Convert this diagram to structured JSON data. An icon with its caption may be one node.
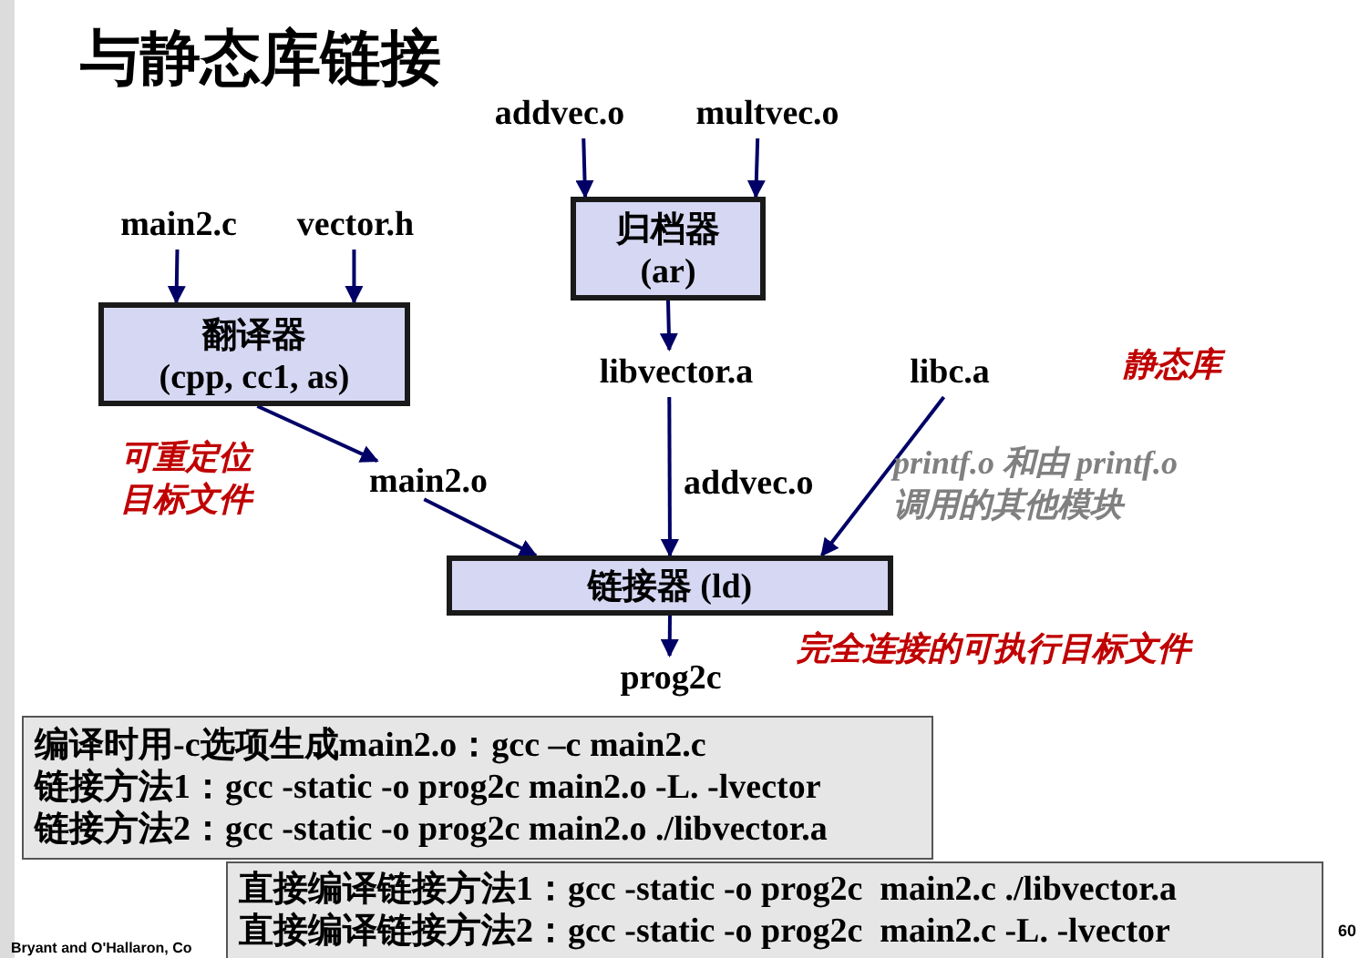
{
  "diagram": {
    "title": "与静态库链接",
    "nodes": [
      {
        "text": [
          "addvec.o"
        ]
      },
      {
        "text": [
          "multvec.o"
        ]
      },
      {
        "text": [
          "归档器",
          "(ar)"
        ]
      },
      {
        "text": [
          "main2.c"
        ]
      },
      {
        "text": [
          "vector.h"
        ]
      },
      {
        "text": [
          "翻译器",
          "(cpp, cc1, as)"
        ]
      },
      {
        "text": [
          "libvector.a"
        ]
      },
      {
        "text": [
          "libc.a"
        ]
      },
      {
        "text": [
          "main2.o"
        ]
      },
      {
        "text": [
          "链接器 (ld)"
        ]
      },
      {
        "text": [
          "prog2c"
        ]
      },
      {
        "text": [
          "编译时用-c选项生成main2.o：gcc –c main2.c",
          "链接方法1：gcc -static -o prog2c main2.o -L. -lvector",
          "链接方法2：gcc -static -o prog2c main2.o ./libvector.a"
        ]
      },
      {
        "text": [
          "直接编译链接方法1：gcc -static -o prog2c  main2.c ./libvector.a",
          "直接编译链接方法2：gcc -static -o prog2c  main2.c -L. -lvector"
        ]
      }
    ],
    "edges": [
      {
        "from": 0,
        "to": 2,
        "arrow": "to"
      },
      {
        "from": 1,
        "to": 2,
        "arrow": "to"
      },
      {
        "from": 3,
        "to": 5,
        "arrow": "to"
      },
      {
        "from": 4,
        "to": 5,
        "arrow": "to"
      },
      {
        "from": 2,
        "to": 6,
        "arrow": "to"
      },
      {
        "from": 5,
        "to": 8,
        "arrow": "to"
      },
      {
        "from": 8,
        "to": 9,
        "arrow": "to"
      },
      {
        "from": 6,
        "to": 9,
        "arrow": "to",
        "label": "addvec.o"
      },
      {
        "from": 7,
        "to": 9,
        "arrow": "to"
      },
      {
        "from": 9,
        "to": 10,
        "arrow": "to"
      }
    ],
    "labels": [
      "静态库",
      "可重定位目标文件",
      "printf.o 和由 printf.o 调用的其他模块",
      "完全连接的可执行目标文件",
      "Bryant and O'Hallaron, Co",
      "60"
    ]
  }
}
